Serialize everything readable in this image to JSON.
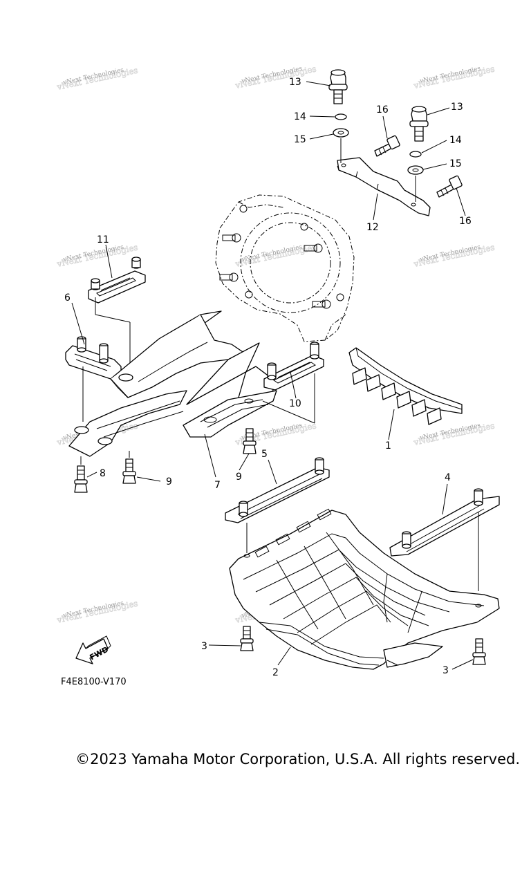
{
  "watermark": {
    "text": "vNext Technologies"
  },
  "callouts": [
    {
      "id": "c1",
      "label": "1"
    },
    {
      "id": "c2",
      "label": "2"
    },
    {
      "id": "c3a",
      "label": "3"
    },
    {
      "id": "c3b",
      "label": "3"
    },
    {
      "id": "c4",
      "label": "4"
    },
    {
      "id": "c5",
      "label": "5"
    },
    {
      "id": "c6",
      "label": "6"
    },
    {
      "id": "c7",
      "label": "7"
    },
    {
      "id": "c8",
      "label": "8"
    },
    {
      "id": "c9a",
      "label": "9"
    },
    {
      "id": "c9b",
      "label": "9"
    },
    {
      "id": "c10",
      "label": "10"
    },
    {
      "id": "c11",
      "label": "11"
    },
    {
      "id": "c12",
      "label": "12"
    },
    {
      "id": "c13a",
      "label": "13"
    },
    {
      "id": "c13b",
      "label": "13"
    },
    {
      "id": "c14a",
      "label": "14"
    },
    {
      "id": "c14b",
      "label": "14"
    },
    {
      "id": "c15a",
      "label": "15"
    },
    {
      "id": "c15b",
      "label": "15"
    },
    {
      "id": "c16a",
      "label": "16"
    },
    {
      "id": "c16b",
      "label": "16"
    }
  ],
  "fwd_label": "FWD",
  "diagram_code": "F4E8100-V170",
  "copyright": "©2023 Yamaha Motor Corporation, U.S.A. All rights reserved."
}
